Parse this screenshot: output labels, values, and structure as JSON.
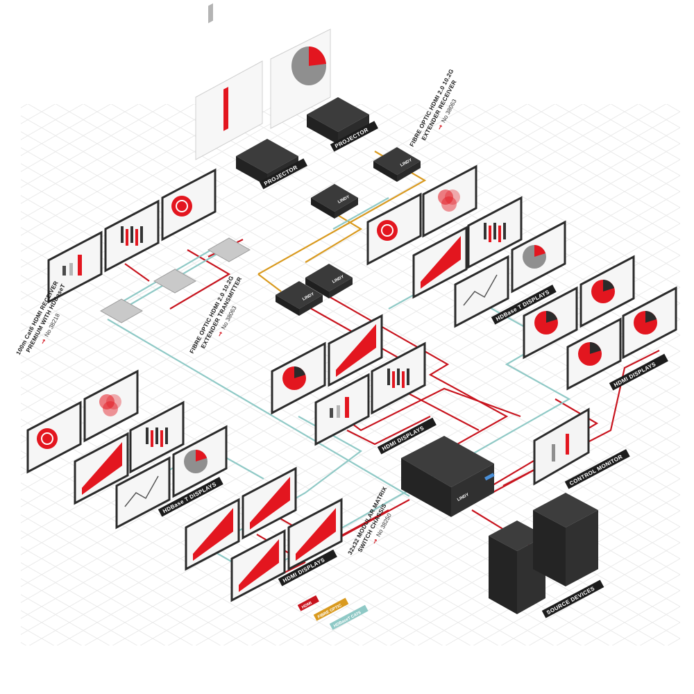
{
  "colors": {
    "hdmi": "#c8141e",
    "fibre": "#d99a1f",
    "hdbaset": "#8fc9c6",
    "device": "#2b2b2b",
    "accent": "#e3161f"
  },
  "labels": {
    "projector_1": "PROJECTOR",
    "projector_2": "PROJECTOR",
    "hdbaset_displays_right": "HDBase T DISPLAYS",
    "hdmi_displays_right": "HDMI DISPLAYS",
    "hdmi_displays_center": "HDMI DISPLAYS",
    "control_monitor": "CONTROL MONITOR",
    "hdbaset_displays_left": "HDBase T DISPLAYS",
    "hdmi_displays_bottom": "HDMI DISPLAYS",
    "source_devices": "SOURCE DEVICES"
  },
  "captions": {
    "fibre_receiver": {
      "line1": "FIBRE OPTIC HDMI 2.0 10.2G",
      "line2": "EXTENDER RECEIVER",
      "number": "No 38063"
    },
    "fibre_transmitter": {
      "line1": "FIBRE OPTIC HDMI 2.0 10.2G",
      "line2": "EXTENDER TRANSMITTER",
      "number": "No 38063"
    },
    "hdbaset_receiver": {
      "line1": "100m Cat6 HDMI RECEIVER",
      "line2": "PREMIUM WITH HDBaseT",
      "number": "No 38218"
    },
    "matrix": {
      "line1": "32x32 MODULAR MATRIX",
      "line2": "SWITCH CHASSIS",
      "number": "No 38250"
    },
    "arrow": "→"
  },
  "brand": "LINDY",
  "legend": {
    "hdmi": "HDMI",
    "fibre": "FIBRE OPTIC",
    "hdbaset": "HDBaseT CAT6"
  }
}
